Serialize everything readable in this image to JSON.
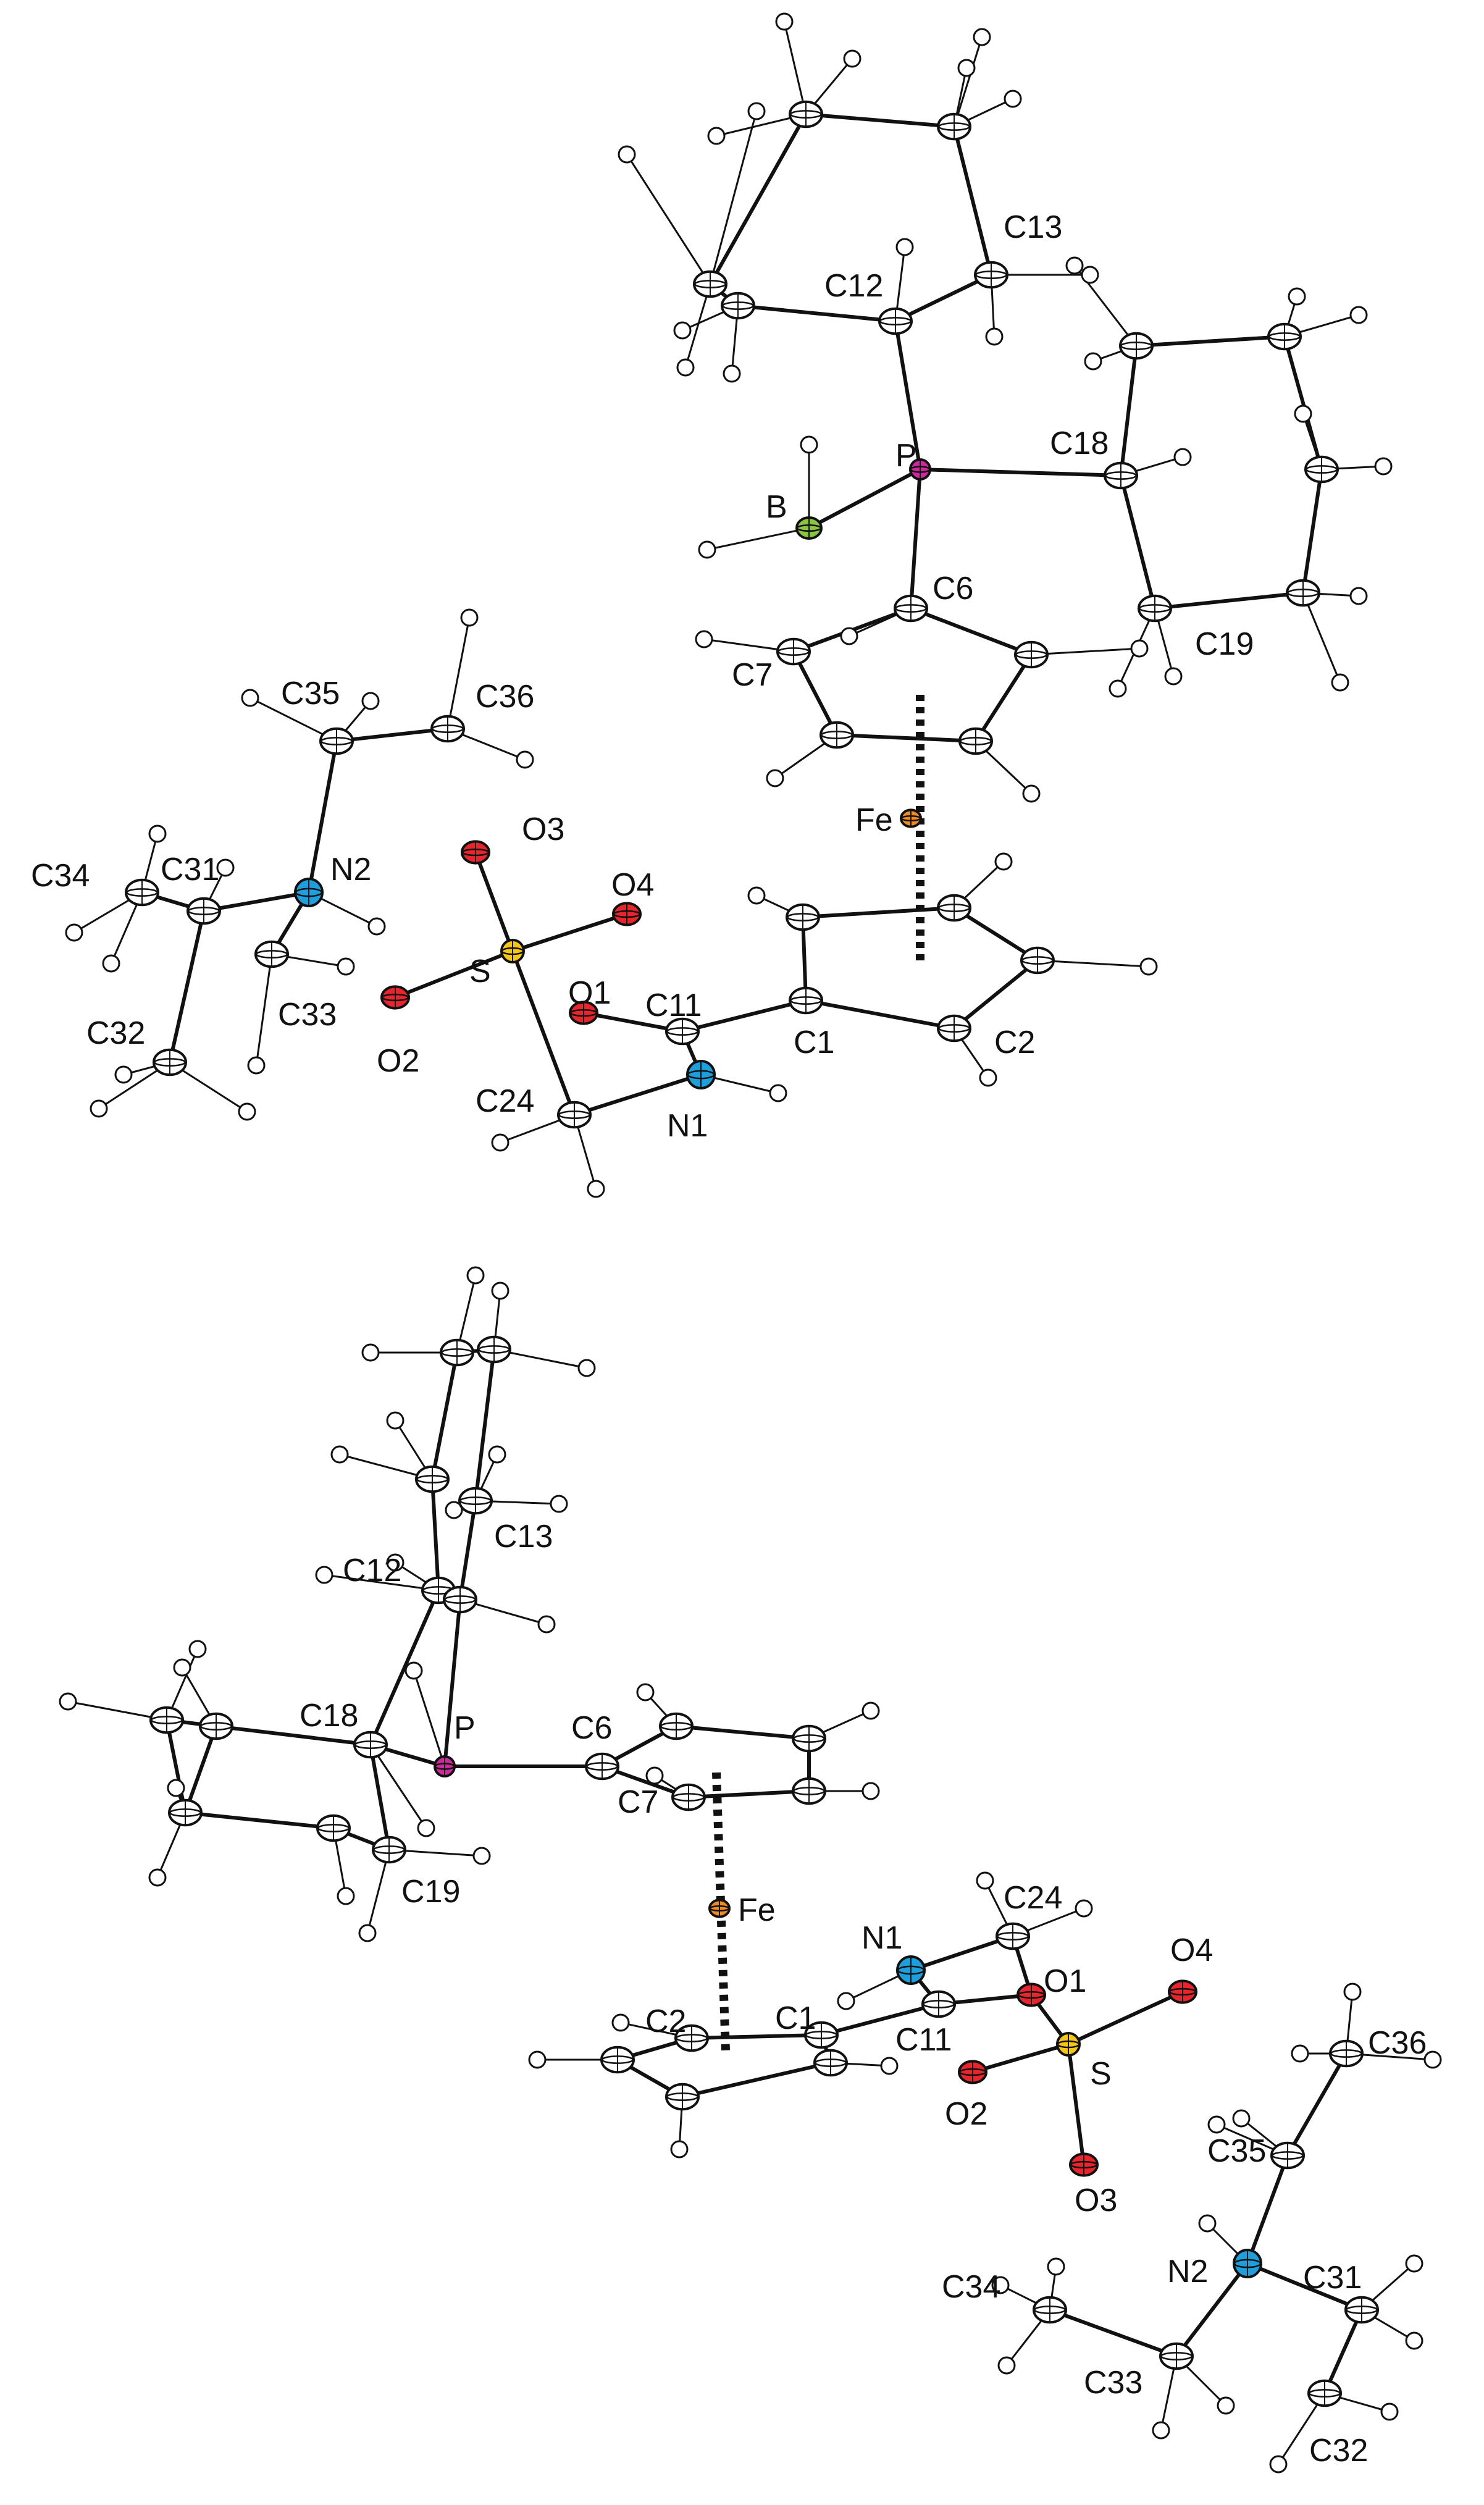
{
  "molecules": [
    {
      "name": "upper",
      "labels": {
        "C13": "C13",
        "C12": "C12",
        "P": "P",
        "C18": "C18",
        "B": "B",
        "C6": "C6",
        "C19": "C19",
        "C7": "C7",
        "C35": "C35",
        "C36": "C36",
        "Fe": "Fe",
        "O3": "O3",
        "O4": "O4",
        "C34": "C34",
        "C31": "C31",
        "N2": "N2",
        "S": "S",
        "O1": "O1",
        "C11": "C11",
        "C1": "C1",
        "C33": "C33",
        "O2": "O2",
        "C2": "C2",
        "C32": "C32",
        "C24": "C24",
        "N1": "N1"
      }
    },
    {
      "name": "lower",
      "labels": {
        "C13": "C13",
        "C12": "C12",
        "C18": "C18",
        "P": "P",
        "C6": "C6",
        "C7": "C7",
        "C19": "C19",
        "Fe": "Fe",
        "C24": "C24",
        "N1": "N1",
        "O4": "O4",
        "O1": "O1",
        "C2": "C2",
        "C1": "C1",
        "C11": "C11",
        "C36": "C36",
        "S": "S",
        "O2": "O2",
        "O3": "O3",
        "C35": "C35",
        "N2": "N2",
        "C31": "C31",
        "C34": "C34",
        "C33": "C33",
        "C32": "C32"
      }
    }
  ],
  "colors": {
    "bond": "#111111",
    "carbon": "#ffffff",
    "hydrogen": "#ffffff",
    "phosphorus": "#cc2a9a",
    "boron": "#8bc43f",
    "iron": "#f08a24",
    "oxygen": "#e8242c",
    "nitrogen": "#1e9fdc",
    "sulfur": "#f5c518"
  }
}
